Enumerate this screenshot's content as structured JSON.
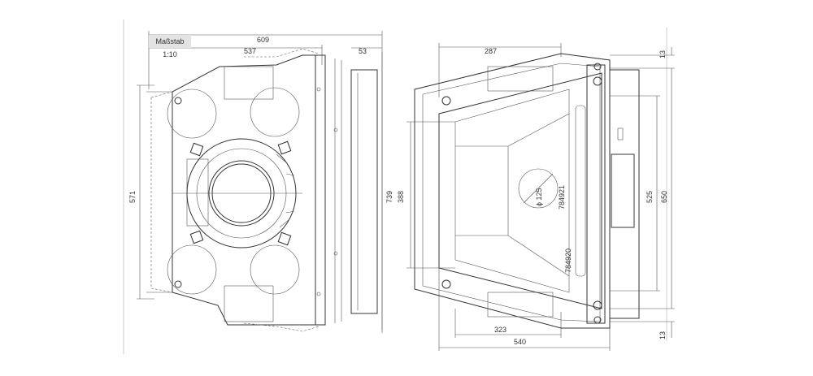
{
  "scale_label": "Maßstab 1:10",
  "front_view": {
    "dims": {
      "total_width": "609",
      "body_width": "537",
      "frame_depth": "53",
      "left_height": "571",
      "right_height": "739"
    }
  },
  "side_view": {
    "dims": {
      "top_width": "287",
      "bottom_width": "323",
      "base_width": "540",
      "left_height": "388",
      "top_offset": "13",
      "bottom_offset": "13",
      "inner_height": "525",
      "outer_height": "650"
    },
    "labels": {
      "diameter": "ϕ 125",
      "part_top": "784921",
      "part_bottom": "784920"
    }
  }
}
